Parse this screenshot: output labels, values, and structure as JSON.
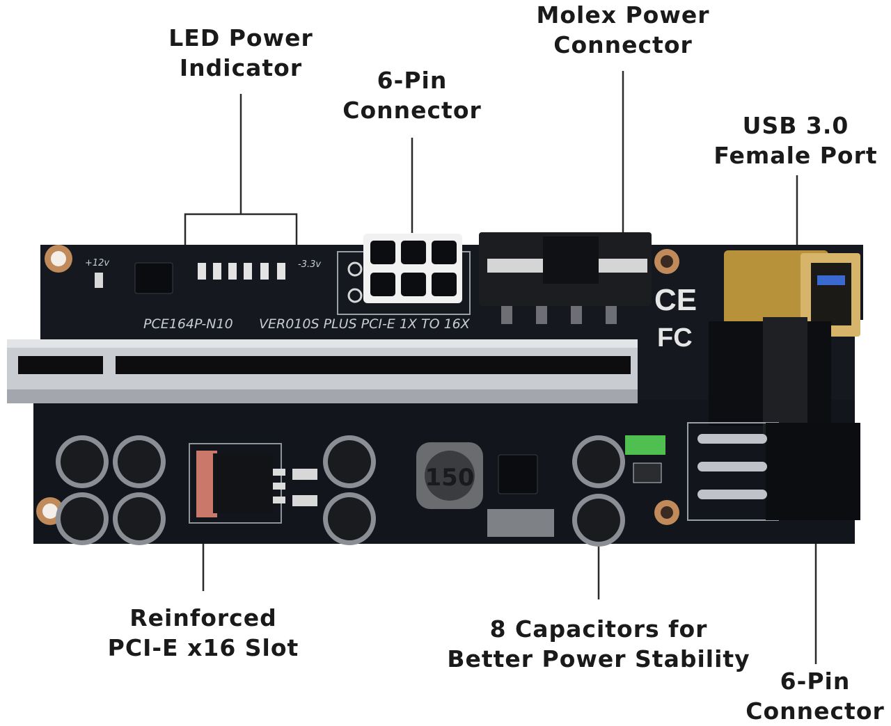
{
  "callouts": {
    "led": [
      "LED Power",
      "Indicator"
    ],
    "six_pin_top": [
      "6-Pin",
      "Connector"
    ],
    "molex": [
      "Molex Power",
      "Connector"
    ],
    "usb": [
      "USB 3.0",
      "Female Port"
    ],
    "pcie_slot": [
      "Reinforced",
      "PCI-E x16 Slot"
    ],
    "capacitors": [
      "8 Capacitors for",
      "Better Power Stability"
    ],
    "six_pin_bottom": [
      "6-Pin",
      "Connector"
    ]
  },
  "silkscreen": {
    "model": "PCE164P-N10",
    "version": "VER010S PLUS PCI-E 1X TO 16X",
    "v12": "+12v",
    "v33": "-3.3v",
    "inductor": "150",
    "ce_mark": "CE",
    "fc_mark": "FC"
  },
  "colors": {
    "board": "#15181f",
    "label_text": "#1a1a1a",
    "leader_line": "#2a2a2a",
    "usb_gold": "#b8923a",
    "slot_metal": "#c9ccd1",
    "copper_ring": "#c08a5a",
    "status_led": "#4fbf4f"
  }
}
